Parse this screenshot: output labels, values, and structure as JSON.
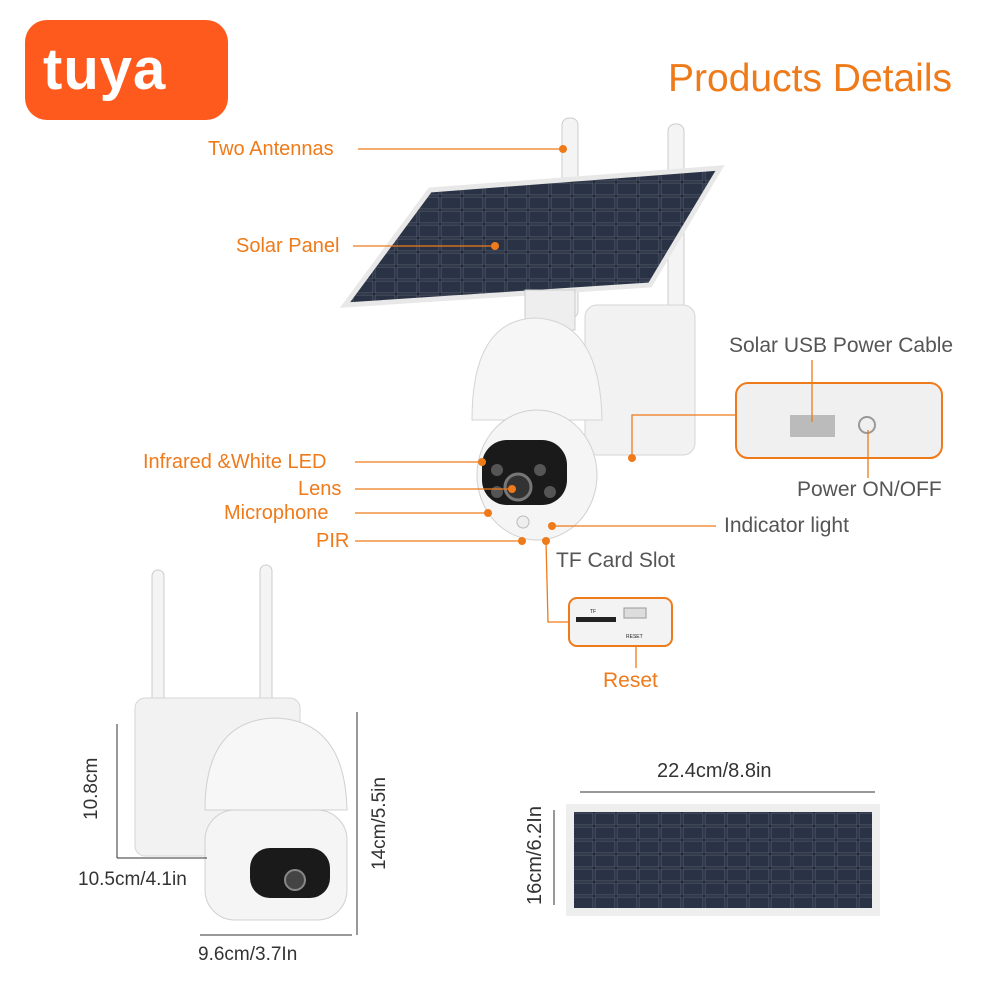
{
  "logo": {
    "text": "tuya"
  },
  "title": "Products Details",
  "callouts": {
    "antennas": "Two Antennas",
    "solar_panel": "Solar Panel",
    "led": "Infrared &White LED",
    "lens": "Lens",
    "microphone": "Microphone",
    "pir": "PIR",
    "indicator": "Indicator light",
    "usb_cable": "Solar USB Power Cable",
    "power": "Power ON/OFF",
    "tf_slot": "TF Card Slot",
    "reset": "Reset"
  },
  "tf_inset": {
    "tf": "TF",
    "reset": "RESET"
  },
  "dimensions": {
    "cam_height": "10.8cm",
    "cam_depth": "10.5cm/4.1in",
    "cam_total_height": "14cm/5.5in",
    "cam_width": "9.6cm/3.7In",
    "panel_width": "22.4cm/8.8in",
    "panel_height": "16cm/6.2In"
  },
  "colors": {
    "accent": "#ef7a1a",
    "logo": "#ff5a1e"
  }
}
